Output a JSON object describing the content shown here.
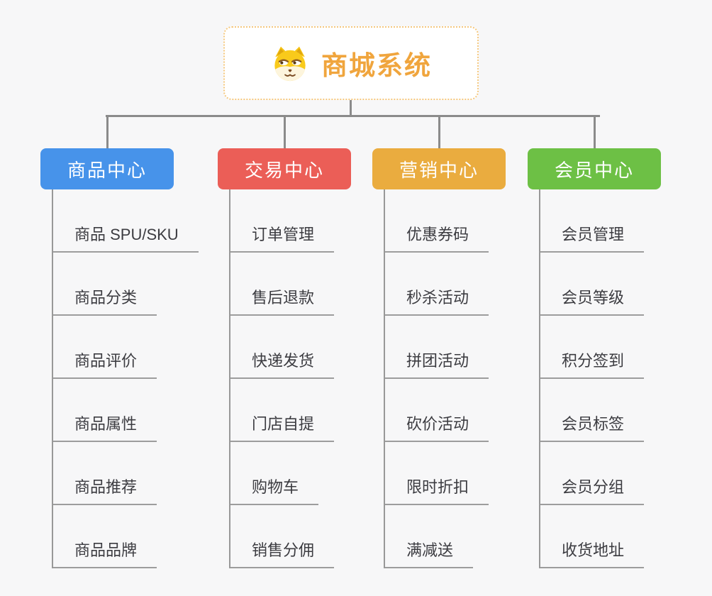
{
  "root": {
    "title": "商城系统",
    "icon": "dog-face-icon"
  },
  "branches": [
    {
      "label": "商品中心",
      "color": "#4793ea",
      "children": [
        "商品 SPU/SKU",
        "商品分类",
        "商品评价",
        "商品属性",
        "商品推荐",
        "商品品牌"
      ]
    },
    {
      "label": "交易中心",
      "color": "#eb5e57",
      "children": [
        "订单管理",
        "售后退款",
        "快递发货",
        "门店自提",
        "购物车",
        "销售分佣"
      ]
    },
    {
      "label": "营销中心",
      "color": "#eaac3f",
      "children": [
        "优惠券码",
        "秒杀活动",
        "拼团活动",
        "砍价活动",
        "限时折扣",
        "满减送"
      ]
    },
    {
      "label": "会员中心",
      "color": "#6dc045",
      "children": [
        "会员管理",
        "会员等级",
        "积分签到",
        "会员标签",
        "会员分组",
        "收货地址"
      ]
    }
  ],
  "style_colors": {
    "root_text": "#f0a53d",
    "root_border": "#f5c87e",
    "connector": "#8b8b8b",
    "leaf_line": "#9d9d9d",
    "leaf_text": "#3c3c41",
    "background": "#f7f7f8"
  }
}
